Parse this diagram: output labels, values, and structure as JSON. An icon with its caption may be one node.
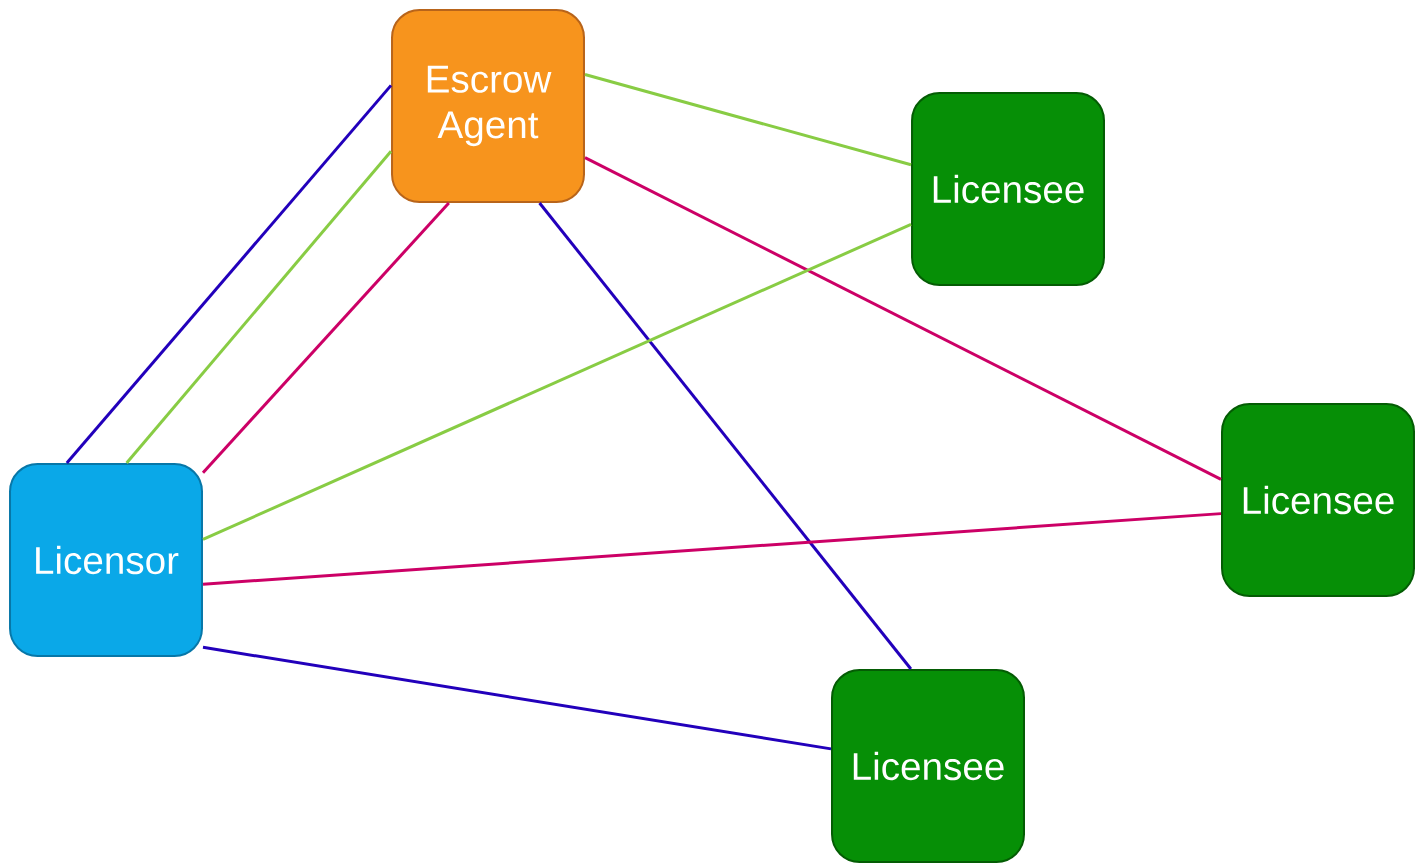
{
  "diagram": {
    "nodes": [
      {
        "text": [
          "Escrow Agent"
        ]
      },
      {
        "text": [
          "Licensee"
        ]
      },
      {
        "text": [
          "Licensor"
        ]
      },
      {
        "text": [
          "Licensee"
        ]
      },
      {
        "text": [
          "Licensee"
        ]
      }
    ],
    "edges": [
      {
        "from": 2,
        "to": 0,
        "arrow": "none",
        "color": "#2200bb"
      },
      {
        "from": 2,
        "to": 0,
        "arrow": "none",
        "color": "#88cc44"
      },
      {
        "from": 2,
        "to": 0,
        "arrow": "none",
        "color": "#cc0066"
      },
      {
        "from": 0,
        "to": 1,
        "arrow": "none",
        "color": "#88cc44"
      },
      {
        "from": 0,
        "to": 3,
        "arrow": "none",
        "color": "#cc0066"
      },
      {
        "from": 0,
        "to": 4,
        "arrow": "none",
        "color": "#2200bb"
      },
      {
        "from": 2,
        "to": 1,
        "arrow": "none",
        "color": "#88cc44"
      },
      {
        "from": 2,
        "to": 3,
        "arrow": "none",
        "color": "#cc0066"
      },
      {
        "from": 2,
        "to": 4,
        "arrow": "none",
        "color": "#2200bb"
      }
    ]
  }
}
